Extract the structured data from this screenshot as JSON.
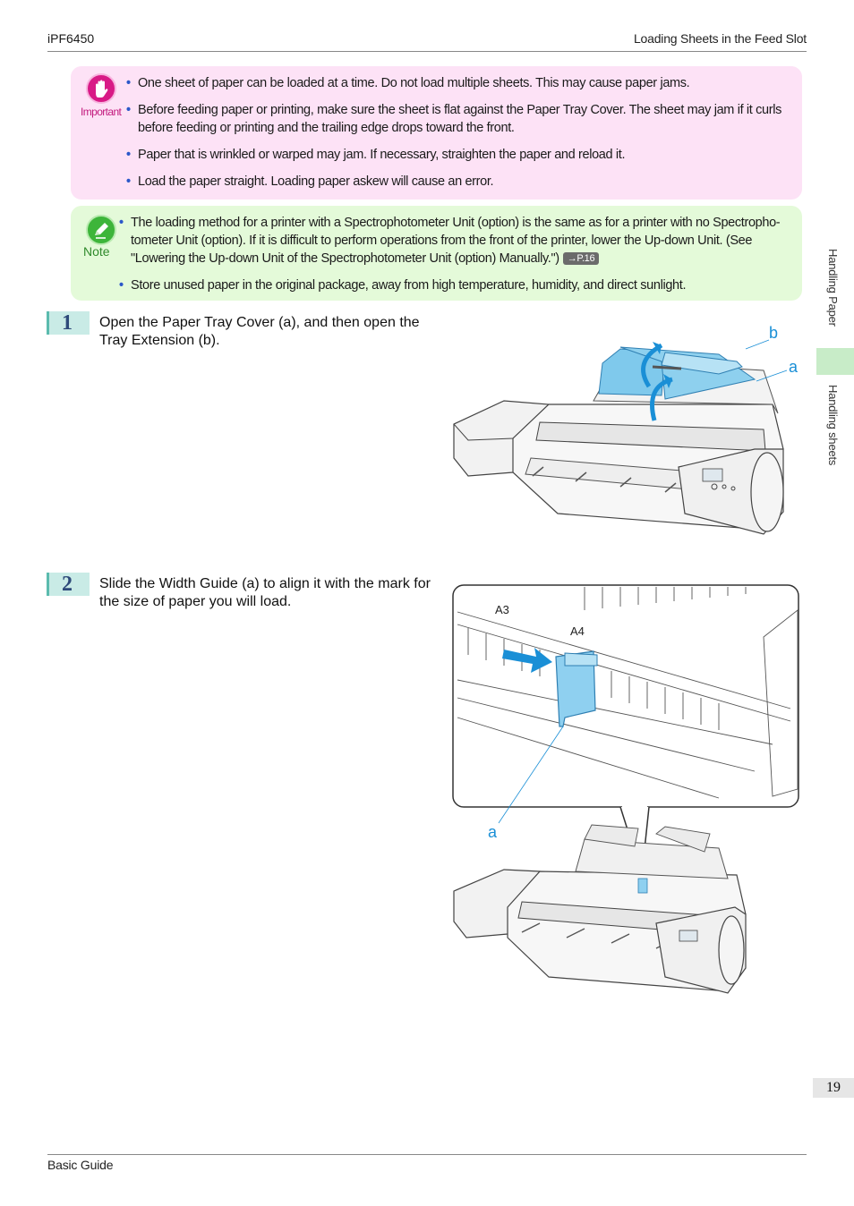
{
  "header": {
    "model": "iPF6450",
    "section_title": "Loading Sheets in the Feed Slot"
  },
  "important": {
    "label": "Important",
    "items": [
      "One sheet of paper can be loaded at a time. Do not load multiple sheets. This may cause paper jams.",
      "Before feeding paper or printing, make sure the sheet is flat against the Paper Tray Cover. The sheet may jam if it curls before feeding or printing and the trailing edge drops toward the front.",
      "Paper that is wrinkled or warped may jam. If necessary, straighten the paper and reload it.",
      "Load the paper straight. Loading paper askew will cause an error."
    ]
  },
  "note": {
    "label": "Note",
    "items": [
      {
        "text": "The loading method for a printer with a Spectrophotometer Unit (option) is the same as for a printer with no Spectropho-tometer Unit (option). If it is difficult to perform operations from the front of the printer, lower the Up-down Unit.  (See \"Lowering the Up-down Unit of the Spectrophotometer Unit (option) Manually.\")",
        "page_ref": "→P.16"
      },
      {
        "text": "Store unused paper in the original package, away from high temperature, humidity, and direct sunlight."
      }
    ]
  },
  "steps": [
    {
      "number": "1",
      "text": "Open the Paper Tray Cover (a), and then open the Tray Extension (b).",
      "figure_labels": {
        "a": "a",
        "b": "b"
      }
    },
    {
      "number": "2",
      "text": "Slide the Width Guide (a) to align it with the mark for the size of paper you will load.",
      "figure_labels": {
        "a": "a",
        "a3": "A3",
        "a4": "A4"
      }
    }
  ],
  "side_tabs": [
    "Handling Paper",
    "Handling sheets"
  ],
  "page_number": "19",
  "footer": {
    "title": "Basic Guide"
  },
  "colors": {
    "important_bg": "#fde2f6",
    "note_bg": "#e4fad9",
    "bullet": "#2a57c9",
    "figure_accent": "#1a8fd6"
  }
}
